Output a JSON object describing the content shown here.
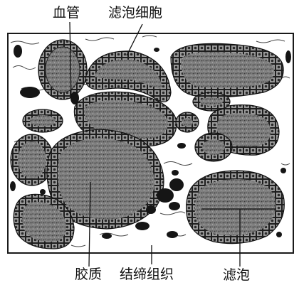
{
  "labels": {
    "blood_vessel": "血管",
    "follicular_cells": "滤泡细胞",
    "colloid": "胶质",
    "connective_tissue": "结缔组织",
    "follicle": "滤泡"
  },
  "colors": {
    "background": "#ffffff",
    "frame": "#1a1a1a",
    "colloid_fill": "#7a7a7a",
    "cell_ring": "#8c8c8c",
    "vessel": "#151515",
    "fiber": "#444444"
  }
}
